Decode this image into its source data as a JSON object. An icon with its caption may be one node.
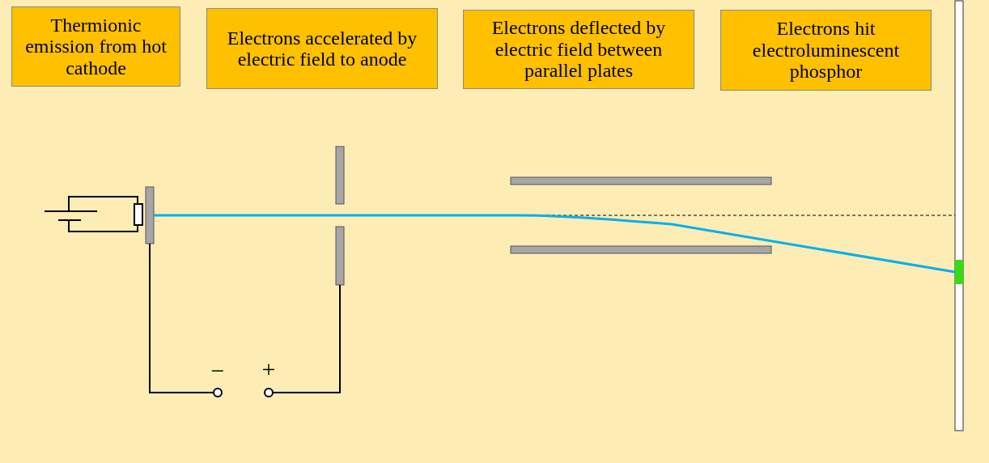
{
  "diagram": {
    "nodes": [
      {
        "text": [
          "Thermionic emission from hot cathode"
        ]
      },
      {
        "text": [
          "Electrons accelerated by electric field to anode"
        ]
      },
      {
        "text": [
          "Electrons deflected by electric field between parallel plates"
        ]
      },
      {
        "text": [
          "Electrons hit electroluminescent phosphor"
        ]
      }
    ],
    "labels": [
      "−",
      "+"
    ]
  }
}
